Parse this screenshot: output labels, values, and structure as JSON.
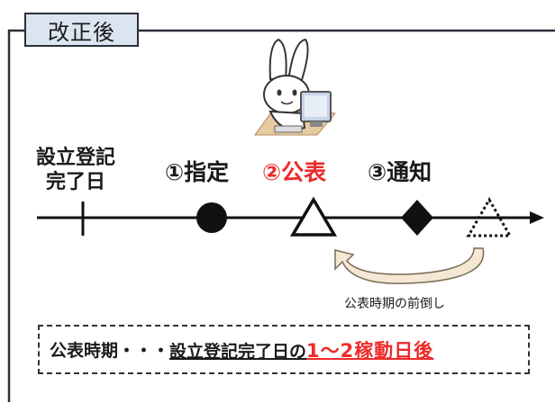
{
  "section_title": "改正後",
  "base_label": "設立登記\n完了日",
  "steps": [
    {
      "label": "①指定",
      "marker": "filled-circle",
      "color": "#1a1a1a"
    },
    {
      "label": "②公表",
      "marker": "hollow-triangle",
      "color": "#ee2a2a"
    },
    {
      "label": "③通知",
      "marker": "filled-diamond",
      "color": "#1a1a1a"
    }
  ],
  "arrow_caption": "公表時期の前倒し",
  "note": {
    "prefix": "公表時期・・・",
    "underlined": "設立登記完了日の",
    "highlight": "1～2稼動日後"
  },
  "colors": {
    "accent_red": "#ee2a2a",
    "frame_dark": "#2b2f3a",
    "tab_fill": "#dbe5f2"
  },
  "illustration": "rabbit-mascot-at-computer"
}
